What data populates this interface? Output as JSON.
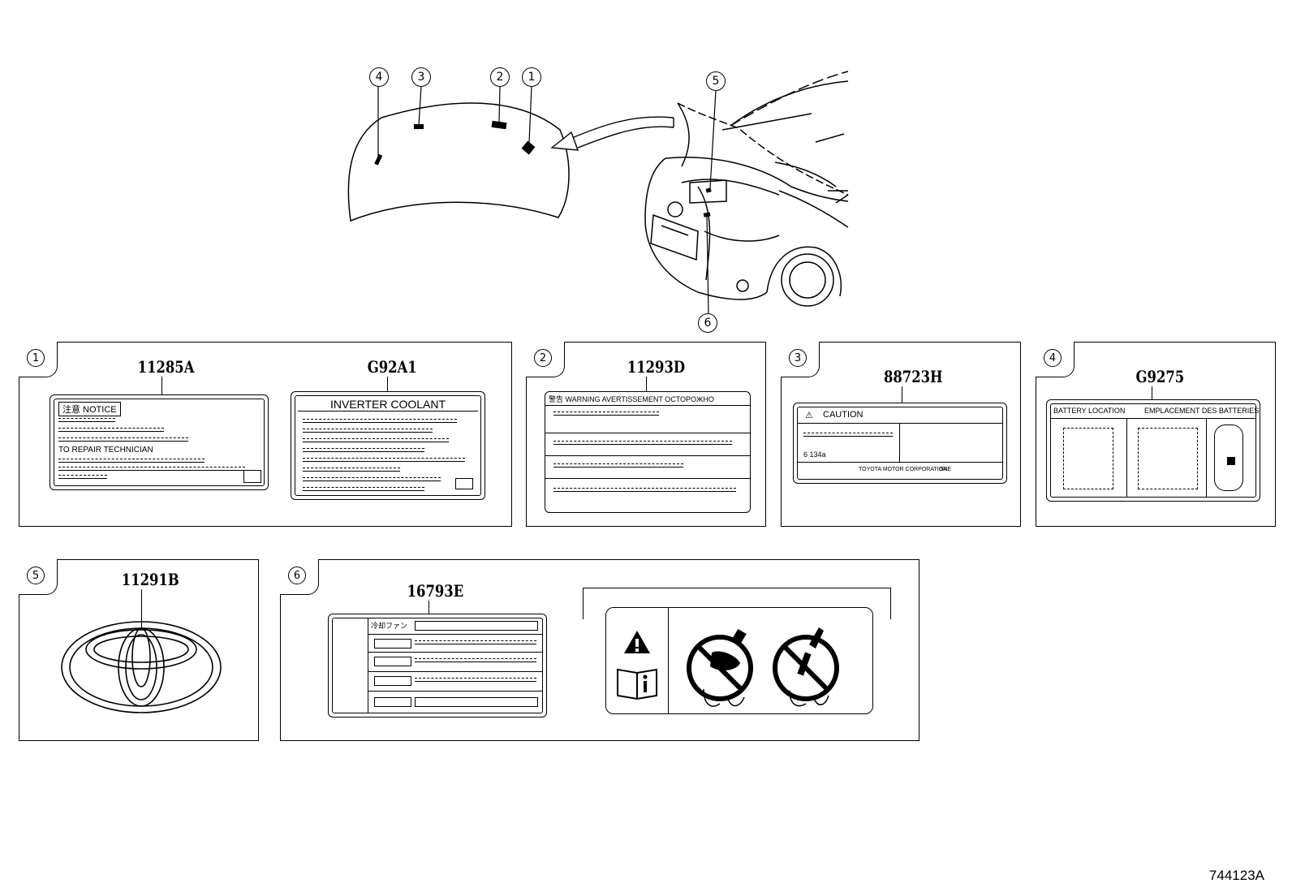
{
  "reference_code": "744123A",
  "callouts": [
    "1",
    "2",
    "3",
    "4",
    "5",
    "6"
  ],
  "panels": [
    {
      "number": "1",
      "labels": [
        {
          "part_no": "11285A",
          "header": "注意  NOTICE",
          "line": "TO REPAIR TECHNICIAN"
        },
        {
          "part_no": "G92A1",
          "header": "INVERTER COOLANT"
        }
      ]
    },
    {
      "number": "2",
      "labels": [
        {
          "part_no": "11293D",
          "header": "警告  WARNING  AVERTISSEMENT  OCTOPOЖHO"
        }
      ]
    },
    {
      "number": "3",
      "labels": [
        {
          "part_no": "88723H",
          "header": "CAUTION",
          "line_a": "6  134a",
          "line_b": "TOYOTA MOTOR CORPORATION",
          "line_c": "SAE"
        }
      ]
    },
    {
      "number": "4",
      "labels": [
        {
          "part_no": "G9275",
          "header_left": "BATTERY LOCATION",
          "header_right": "EMPLACEMENT DES BATTERIES"
        }
      ]
    },
    {
      "number": "5",
      "labels": [
        {
          "part_no": "11291B"
        }
      ]
    },
    {
      "number": "6",
      "labels": [
        {
          "part_no": "16793E",
          "header": "冷却ファン"
        }
      ]
    }
  ],
  "colors": {
    "line": "#000000",
    "background": "#ffffff"
  }
}
